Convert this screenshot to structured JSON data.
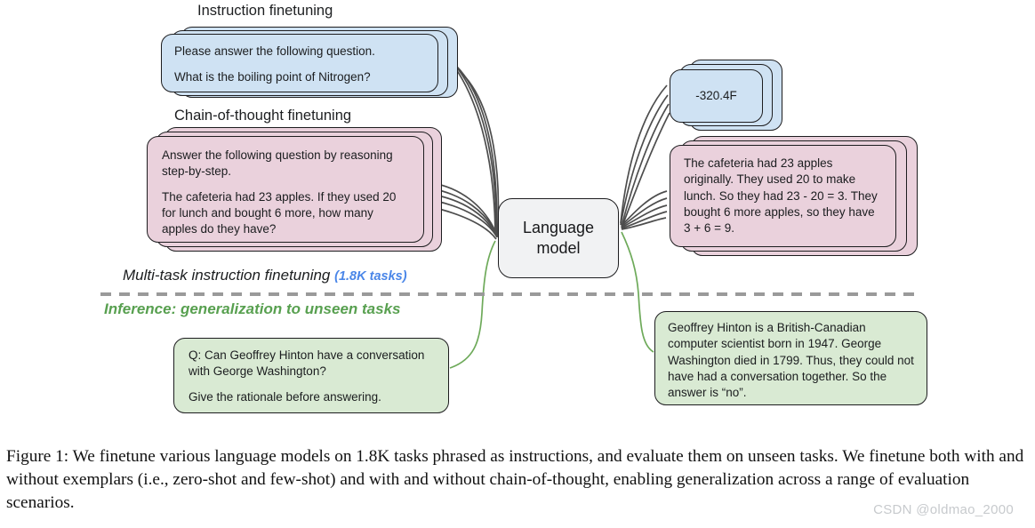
{
  "diagram": {
    "titles": {
      "instruction_finetuning": "Instruction finetuning",
      "cot_finetuning": "Chain-of-thought finetuning"
    },
    "labels": {
      "multitask": "Multi-task instruction finetuning",
      "multitask_tasks": "(1.8K tasks)",
      "inference": "Inference: generalization to unseen tasks"
    },
    "model_box": {
      "text": "Language model"
    },
    "cards": {
      "instruction_prompt": {
        "paragraphs": [
          "Please answer the following question.",
          "What is the boiling point of Nitrogen?"
        ]
      },
      "cot_prompt": {
        "paragraphs": [
          "Answer the following question by reasoning step-by-step.",
          "The cafeteria had 23 apples. If they used 20 for lunch and bought 6 more, how many apples do they have?"
        ]
      },
      "instruction_answer": {
        "text": "-320.4F"
      },
      "cot_answer": {
        "text": "The cafeteria had 23 apples originally. They used 20 to make lunch. So they had 23 - 20 = 3. They bought 6 more apples, so they have 3 + 6 = 9."
      },
      "inference_prompt": {
        "paragraphs": [
          "Q: Can Geoffrey Hinton have a conversation with George Washington?",
          "Give the rationale before answering."
        ]
      },
      "inference_answer": {
        "text": "Geoffrey Hinton is a British-Canadian computer scientist born in 1947. George Washington died in 1799. Thus, they could not have had a conversation together. So the answer is “no”."
      }
    },
    "colors": {
      "blue_card": "#cfe2f3",
      "pink_card": "#ead1dc",
      "green_card": "#d9ead3",
      "model_box": "#f1f2f3",
      "accent_blue": "#4a86e8",
      "accent_green": "#58a050",
      "connector_gray": "#4d4d4d",
      "connector_green": "#6eaa5a",
      "dashed_line": "#9a9a9a"
    }
  },
  "caption": {
    "label": "Figure 1:",
    "text": "We finetune various language models on 1.8K tasks phrased as instructions, and evaluate them on unseen tasks. We finetune both with and without exemplars (i.e., zero-shot and few-shot) and with and without chain-of-thought, enabling generalization across a range of evaluation scenarios."
  },
  "watermark": "CSDN @oldmao_2000"
}
